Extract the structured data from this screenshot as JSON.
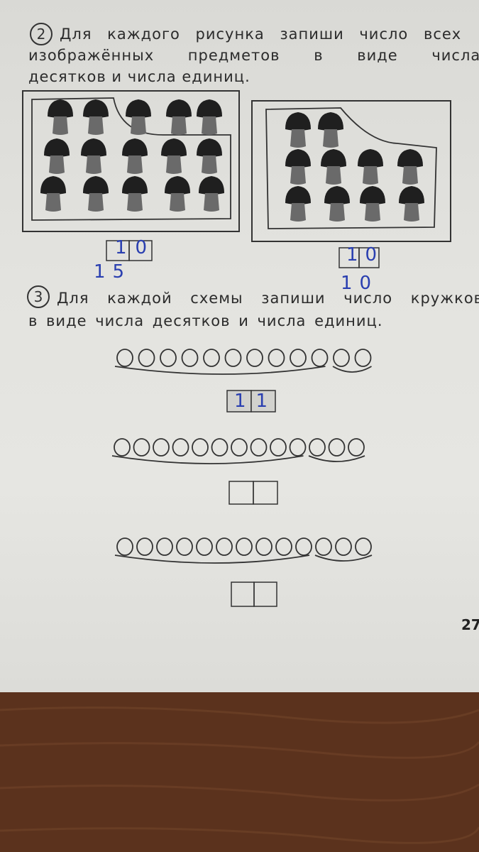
{
  "task2": {
    "number": "2",
    "line1": "Для каждого рисунка запиши число всех",
    "line2": "изображённых предметов в виде числа",
    "line3": "десятков и числа единиц."
  },
  "task2_answers": {
    "left_box": "10",
    "left_below": "15",
    "right_box": "10",
    "right_below": "10"
  },
  "task3": {
    "number": "3",
    "line1": "Для каждой схемы запиши число кружков",
    "line2": "в виде числа десятков и числа единиц."
  },
  "task3_answers": {
    "row1": "11",
    "row1_circles": 12,
    "row2_circles": 13,
    "row3_circles": 13
  },
  "mushrooms": {
    "left_picture_count": 15,
    "right_picture_count": 10
  },
  "page_number": "27",
  "colors": {
    "paper": "#e4e4e0",
    "ink": "#2b2b2b",
    "pen": "#2a3fb0",
    "desk": "#5a3320"
  }
}
